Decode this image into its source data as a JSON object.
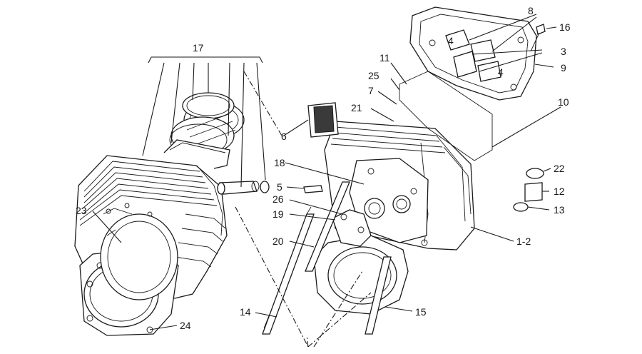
{
  "callouts": [
    {
      "id": "c8",
      "text": "8"
    },
    {
      "id": "c16",
      "text": "16"
    },
    {
      "id": "c3",
      "text": "3"
    },
    {
      "id": "c4a",
      "text": "4"
    },
    {
      "id": "c4b",
      "text": "4"
    },
    {
      "id": "c9",
      "text": "9"
    },
    {
      "id": "c11",
      "text": "11"
    },
    {
      "id": "c25",
      "text": "25"
    },
    {
      "id": "c7",
      "text": "7"
    },
    {
      "id": "c21",
      "text": "21"
    },
    {
      "id": "c10",
      "text": "10"
    },
    {
      "id": "c17",
      "text": "17"
    },
    {
      "id": "c6",
      "text": "6"
    },
    {
      "id": "c18",
      "text": "18"
    },
    {
      "id": "c5",
      "text": "5"
    },
    {
      "id": "c26",
      "text": "26"
    },
    {
      "id": "c19",
      "text": "19"
    },
    {
      "id": "c20",
      "text": "20"
    },
    {
      "id": "c23",
      "text": "23"
    },
    {
      "id": "c22",
      "text": "22"
    },
    {
      "id": "c12",
      "text": "12"
    },
    {
      "id": "c13",
      "text": "13"
    },
    {
      "id": "c1_2",
      "text": "1-2"
    },
    {
      "id": "c14",
      "text": "14"
    },
    {
      "id": "c15",
      "text": "15"
    },
    {
      "id": "c24",
      "text": "24"
    }
  ]
}
